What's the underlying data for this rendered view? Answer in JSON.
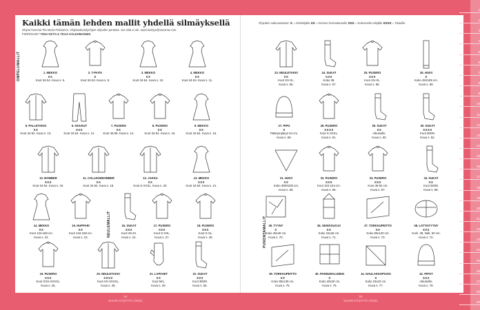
{
  "header": {
    "title": "Kaikki tämän lehden mallit yhdellä silmäyksellä",
    "intro": "Ohjeet koonnut Pia Maria Pekkanen. Ohjeitaduutelynhjeet ohjeiden perässä. Jos niitä ei ole, saari.kasityo@sanoma.com.",
    "credits_prefix": "PIIRROKSET",
    "credits_names": "TIINA KETO & TEIJA KOLEHMAINEN"
  },
  "legend": {
    "label": "Ohjeiden vaikeusasteet:",
    "levels": [
      {
        "mark": "X",
        "text": "= Aloittelijalle"
      },
      {
        "mark": "XX",
        "text": "= Hieman harrastaneelle"
      },
      {
        "mark": "XXX",
        "text": "= Kokeneelle tekijälle"
      },
      {
        "mark": "XXXX",
        "text": "= Taiturille"
      }
    ]
  },
  "sections": {
    "sewing": "OMPELUMALLIT",
    "knitting": "NEULEMALLIT",
    "other": "PUNONTAMALLIT"
  },
  "items": [
    {
      "name": "1. MEKKO",
      "level": "XX",
      "line1": "Koot 34-54. Kuva s. 6.",
      "line2": "",
      "icon": "dress-sketch"
    },
    {
      "name": "2. T-PAITA",
      "level": "X",
      "line1": "Koot 34-54. Kuva s. 8.",
      "line2": "",
      "icon": "shirt-sketch"
    },
    {
      "name": "3. MEKKO",
      "level": "XX",
      "line1": "Koot 34-54. Kuva s. 10.",
      "line2": "",
      "icon": "dress-sketch"
    },
    {
      "name": "4. MEKKO",
      "level": "XX",
      "line1": "Koot 34-54. Kuva s. 11.",
      "line2": "",
      "icon": "dress-sketch"
    },
    {
      "name": "5. PALLETAKKI",
      "level": "XX",
      "line1": "Koot 34-54. Kuva s. 13.",
      "line2": "",
      "icon": "jacket-sketch"
    },
    {
      "name": "6. HOUSUT",
      "level": "XXX",
      "line1": "Koot 34-54. Kuva s. 12.",
      "line2": "",
      "icon": "pants-sketch"
    },
    {
      "name": "7. PUSERO",
      "level": "XX",
      "line1": "Koot 46-58. Kuva s. 14.",
      "line2": "",
      "icon": "shirt-sketch"
    },
    {
      "name": "8. PUSERO",
      "level": "XX",
      "line1": "Koot 34-54. Kuva s. 15.",
      "line2": "",
      "icon": "shirt-sketch"
    },
    {
      "name": "9. MEKKO",
      "level": "XX",
      "line1": "Koot 34-54. Kuva s. 16.",
      "line2": "",
      "icon": "dress-sketch"
    },
    {
      "name": "10. BOMBER",
      "level": "XXX",
      "line1": "Koot 34-54. Kuva s. 19.",
      "line2": "",
      "icon": "jacket-sketch"
    },
    {
      "name": "11. COLLEGEBOMBER",
      "level": "XX",
      "line1": "Koot 34-54. Kuva s. 18.",
      "line2": "",
      "icon": "jacket-sketch"
    },
    {
      "name": "12. JAKKU",
      "level": "XX",
      "line1": "Koot S-XXXL. Kuva s. 20.",
      "line2": "",
      "icon": "jacket-sketch"
    },
    {
      "name": "13. MEKKO",
      "level": "XXX",
      "line1": "Koot 34-54. Kuva s. 21.",
      "line2": "",
      "icon": "dress-sketch"
    },
    {
      "name": "14. MEKKO",
      "level": "XX",
      "line1": "Koot 134-158 cm.",
      "line2": "Kuva s. 22.",
      "icon": "dress-sketch"
    },
    {
      "name": "15. HUPPARI",
      "level": "XX",
      "line1": "Koot 134-158 cm.",
      "line2": "Kuva s. 23.",
      "icon": "shirt-sketch"
    },
    {
      "name": "16. SUKAT",
      "level": "XXX",
      "line1": "Koot 35-43.",
      "line2": "Kuva s. 24.",
      "icon": "socks-sketch"
    },
    {
      "name": "17. PUSERO",
      "level": "XXX",
      "line1": "Koot S-XXL.",
      "line2": "Kuva s. 27.",
      "icon": "shirt-sketch"
    },
    {
      "name": "18. PUSERO",
      "level": "XXX",
      "line1": "Koot S-XL.",
      "line2": "Kuva s. 29.",
      "icon": "shirt-sketch"
    },
    {
      "name": "19. PUSERO",
      "level": "XXX",
      "line1": "Koot XXS-XXXXL.",
      "line2": "Kuva s. 26.",
      "icon": "shirt-sketch"
    },
    {
      "name": "20. NEULETAKKI",
      "level": "XXXX",
      "line1": "Koot XS-XXXXL.",
      "line2": "Kuva s. 28.",
      "icon": "jacket-sketch"
    },
    {
      "name": "21. LAPASET",
      "level": "XX",
      "line1": "Koot M/L.",
      "line2": "Kuva s. 30.",
      "icon": "mittens-sketch"
    },
    {
      "name": "22. SUKAT",
      "level": "XXX",
      "line1": "Koot 38/39.",
      "line2": "Kuva s. 55.",
      "icon": "socks-sketch"
    },
    {
      "name": "23. NEULETAKKI",
      "level": "XX",
      "line1": "Koot XS-XL.",
      "line2": "Kuva s. 56.",
      "icon": "jacket-sketch"
    },
    {
      "name": "24. SUKAT",
      "level": "XXX",
      "line1": "Koko 38.",
      "line2": "Kuva s. 57.",
      "icon": "socks-sketch"
    },
    {
      "name": "25. PUSERO",
      "level": "XXX",
      "line1": "Koot XS-XL.",
      "line2": "Kuva s. 58.",
      "icon": "shirt-sketch"
    },
    {
      "name": "26. HUIVI",
      "level": "X",
      "line1": "Koko 45X185 cm.",
      "line2": "Kuva s. 59.",
      "icon": "scarf-sketch"
    },
    {
      "name": "27. PIPO",
      "level": "X",
      "line1": "Päänympärys 54 cm.",
      "line2": "Kuva s. 59.",
      "icon": "hat-sketch"
    },
    {
      "name": "28. PUSERO",
      "level": "XXXX",
      "line1": "Koot S-XXXL.",
      "line2": "Kuva s. 61.",
      "icon": "shirt-sketch"
    },
    {
      "name": "29. SUKAT",
      "level": "XX",
      "line1": "Aikuiselle.",
      "line2": "Kuva s. 60.",
      "icon": "socks-sketch"
    },
    {
      "name": "30. SUKAT",
      "level": "XXXX",
      "line1": "Koot 38/39.",
      "line2": "Kuva s. 62.",
      "icon": "socks-sketch"
    },
    {
      "name": "31. HUIVI",
      "level": "XX",
      "line1": "Koko 380X200 cm.",
      "line2": "Kuva s. 65.",
      "icon": "shawl-sketch"
    },
    {
      "name": "32. PUSERO",
      "level": "XXX",
      "line1": "Koot 104-164 cm.",
      "line2": "Kuva s. 66.",
      "icon": "shirt-sketch"
    },
    {
      "name": "33. PUSERO",
      "level": "XXX",
      "line1": "Koot 46-92 cm.",
      "line2": "Kuva s. 67.",
      "icon": "shirt-sketch"
    },
    {
      "name": "34. SUKAT",
      "level": "XX",
      "line1": "Koot 38/39.",
      "line2": "Kuva s. 68.",
      "icon": "socks-sketch"
    },
    {
      "name": "35. TYYNY",
      "level": "X",
      "line1": "Koko 40x40 cm.",
      "line2": "Kuva s. 70.",
      "icon": "cushion-sketch"
    },
    {
      "name": "36. SEINÄSUOJA",
      "level": "XX",
      "line1": "Koko 22x46 cm.",
      "line2": "Kuva s. 71.",
      "icon": "wallhanging-sketch"
    },
    {
      "name": "37. TORKKUPEITTO",
      "level": "XX",
      "line1": "Koko 80x120 cm.",
      "line2": "Kuva s. 73.",
      "icon": "blanket-sketch"
    },
    {
      "name": "38. LATTIATYYNY",
      "level": "XXX",
      "line1": "Kork. 38, halk. 60 cm.",
      "line2": "Kuva s. 72.",
      "icon": "pouf-sketch"
    },
    {
      "name": "39. TORKKUPEITTO",
      "level": "XX",
      "line1": "Koko 95x135 cm.",
      "line2": "Kuva s. 75.",
      "icon": "blanket-sketch"
    },
    {
      "name": "40. PANNUNALUNEN",
      "level": "X",
      "line1": "Koko 20x20 cm.",
      "line2": "Kuva s. 76.",
      "icon": "potholder-sketch"
    },
    {
      "name": "41. NAULAKKOPUSSI",
      "level": "X",
      "line1": "Koko 23x23 cm.",
      "line2": "Kuva s. 77.",
      "icon": "bag-sketch"
    },
    {
      "name": "42. PIPOT",
      "level": "XXX",
      "line1": "Aikuiselle.",
      "line2": "Kuva s. 79.",
      "icon": "hat-sketch"
    }
  ],
  "footer": {
    "left_page": "54",
    "right_page": "55",
    "magazine": "SUURI KÄSITYÖ 1/2021"
  },
  "ruler": [
    "1",
    "2",
    "3",
    "4",
    "5",
    "6",
    "7",
    "8",
    "9",
    "10",
    "11",
    "12",
    "13",
    "14",
    "15",
    "16",
    "17",
    "18",
    "19",
    "20",
    "21",
    "22",
    "23",
    "24",
    "25",
    "26",
    "27",
    "28",
    "29"
  ],
  "colors": {
    "background": "#e95d70",
    "page": "#ffffff",
    "ruler": "#ef8a98"
  }
}
